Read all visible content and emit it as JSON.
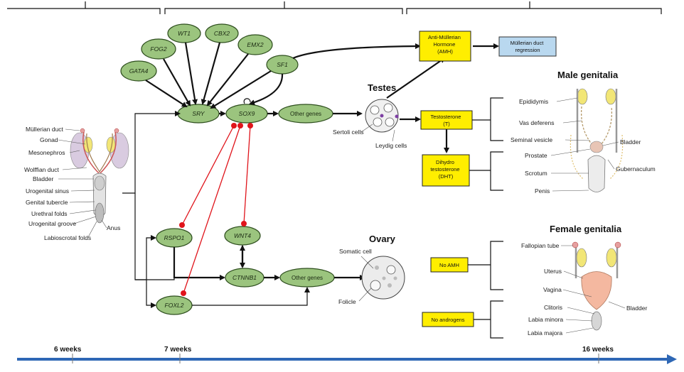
{
  "genes": {
    "wt1": "WT1",
    "cbx2": "CBX2",
    "fog2": "FOG2",
    "emx2": "EMX2",
    "gata4": "GATA4",
    "sf1": "SF1",
    "sry": "SRY",
    "sox9": "SOX9",
    "rspo1": "RSPO1",
    "wnt4": "WNT4",
    "ctnnb1": "CTNNB1",
    "foxl2": "FOXL2",
    "other_male": "Other genes",
    "other_female": "Other genes"
  },
  "boxes": {
    "amh": "Anti-Müllerian Hormone (AMH)",
    "mdr": "Müllerian duct regression",
    "testosterone": "Testosterone (T)",
    "dht": "Dihydro testosterone (DHT)",
    "no_amh": "No AMH",
    "no_androgens": "No androgens"
  },
  "gonads": {
    "testes": "Testes",
    "ovary": "Ovary",
    "sertoli": "Sertoli cells",
    "leydig": "Leydig cells",
    "somatic": "Somatic cell",
    "folicle": "Folicle"
  },
  "early_labels": [
    "Müllerian duct",
    "Gonad",
    "Mesonephros",
    "Wolffian duct",
    "Bladder",
    "Urogenital sinus",
    "Genital tubercle",
    "Urethral folds",
    "Urogenital groove",
    "Labioscrotal folds",
    "Anus"
  ],
  "male": {
    "title": "Male genitalia",
    "labels": [
      "Epididymis",
      "Vas deferens",
      "Seminal vesicle",
      "Prostate",
      "Scrotum",
      "Penis",
      "Bladder",
      "Gubernaculum"
    ]
  },
  "female": {
    "title": "Female genitalia",
    "labels": [
      "Fallopian tube",
      "Uterus",
      "Vagina",
      "Clitoris",
      "Labia minora",
      "Labia majora",
      "Bladder"
    ]
  },
  "timeline": {
    "t1": "6 weeks",
    "t2": "7 weeks",
    "t3": "16 weeks"
  },
  "colors": {
    "gene_oval": "#9bc47e",
    "hormone_box": "#ffee00",
    "result_box": "#b9d8ef",
    "inhibition": "#e0141b",
    "timeline": "#2e67b5"
  }
}
